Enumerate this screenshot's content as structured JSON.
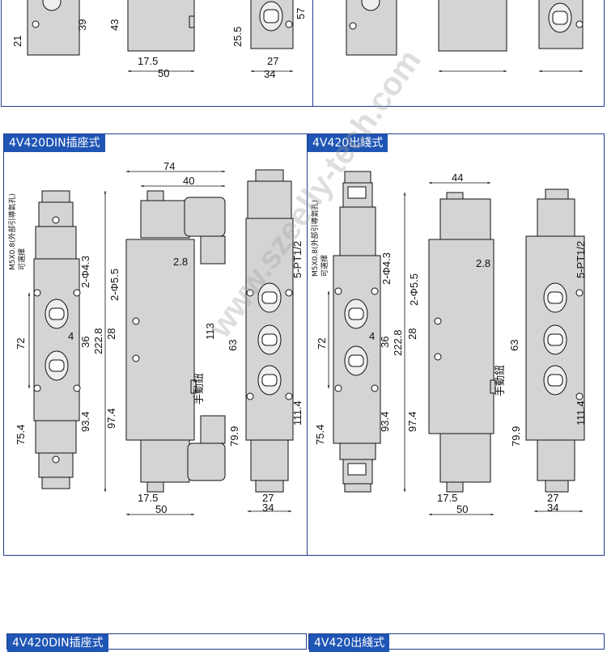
{
  "panels": {
    "din": {
      "title": "4V420DIN插座式"
    },
    "out": {
      "title": "4V420出綫式"
    },
    "bottom_left": {
      "title": "4V420DIN插座式"
    },
    "bottom_right": {
      "title": "4V420出綫式"
    }
  },
  "dims": {
    "top": [
      "21",
      "39",
      "43",
      "25.5",
      "57",
      "17.5",
      "50",
      "27",
      "34"
    ],
    "din": [
      "74",
      "40",
      "2.8",
      "2-Φ5.5",
      "113",
      "222.8",
      "28",
      "97.4",
      "79.9",
      "63",
      "111.4",
      "5-PT1/2",
      "72",
      "4",
      "36",
      "93.4",
      "75.4",
      "2-Φ4.3",
      "17.5",
      "50",
      "27",
      "34"
    ],
    "out": [
      "44",
      "2.8",
      "2-Φ5.5",
      "222.8",
      "28",
      "97.4",
      "79.9",
      "63",
      "111.4",
      "5-PT1/2",
      "72",
      "4",
      "36",
      "93.4",
      "75.4",
      "2-Φ4.3",
      "17.5",
      "50",
      "27",
      "34"
    ]
  },
  "notes": {
    "port": "M5X0.8(外部引導氣孔)",
    "optional": "可選擇",
    "manual": "手動鈕"
  },
  "watermark": "www.szeelly-tech.com",
  "colors": {
    "frame": "#1f3f8a",
    "header": "#1f55b5",
    "body": "#d4d4d4"
  }
}
